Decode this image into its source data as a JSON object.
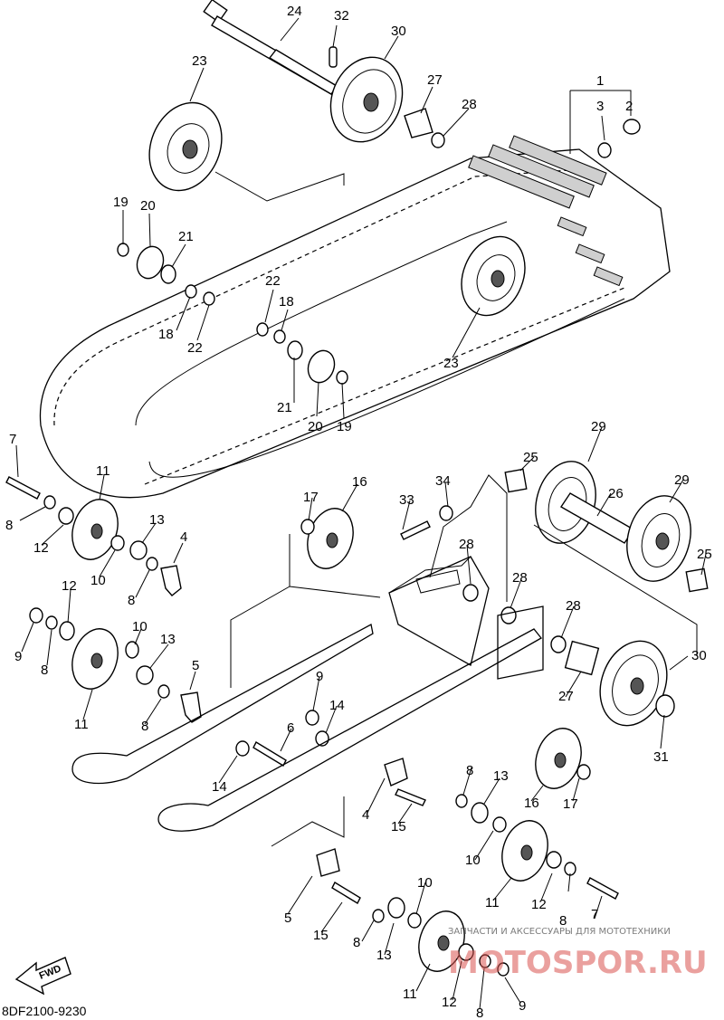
{
  "diagram": {
    "code": "8DF2100-9230",
    "fwd_label": "FWD",
    "watermark": {
      "tagline": "ЗАПЧАСТИ И АКСЕССУАРЫ ДЛЯ МОТОТЕХНИКИ",
      "brand": "MOTOSPOR.RU"
    },
    "callouts": [
      {
        "id": "c1",
        "text": "1"
      },
      {
        "id": "c2",
        "text": "2"
      },
      {
        "id": "c3",
        "text": "3"
      },
      {
        "id": "c4a",
        "text": "4"
      },
      {
        "id": "c4b",
        "text": "4"
      },
      {
        "id": "c5a",
        "text": "5"
      },
      {
        "id": "c5b",
        "text": "5"
      },
      {
        "id": "c6",
        "text": "6"
      },
      {
        "id": "c7a",
        "text": "7"
      },
      {
        "id": "c7b",
        "text": "7"
      },
      {
        "id": "c8a",
        "text": "8"
      },
      {
        "id": "c8b",
        "text": "8"
      },
      {
        "id": "c8c",
        "text": "8"
      },
      {
        "id": "c8d",
        "text": "8"
      },
      {
        "id": "c8e",
        "text": "8"
      },
      {
        "id": "c8f",
        "text": "8"
      },
      {
        "id": "c8g",
        "text": "8"
      },
      {
        "id": "c8h",
        "text": "8"
      },
      {
        "id": "c9a",
        "text": "9"
      },
      {
        "id": "c9b",
        "text": "9"
      },
      {
        "id": "c9c",
        "text": "9"
      },
      {
        "id": "c10a",
        "text": "10"
      },
      {
        "id": "c10b",
        "text": "10"
      },
      {
        "id": "c10c",
        "text": "10"
      },
      {
        "id": "c10d",
        "text": "10"
      },
      {
        "id": "c11a",
        "text": "11"
      },
      {
        "id": "c11b",
        "text": "11"
      },
      {
        "id": "c11c",
        "text": "11"
      },
      {
        "id": "c11d",
        "text": "11"
      },
      {
        "id": "c12a",
        "text": "12"
      },
      {
        "id": "c12b",
        "text": "12"
      },
      {
        "id": "c12c",
        "text": "12"
      },
      {
        "id": "c12d",
        "text": "12"
      },
      {
        "id": "c13a",
        "text": "13"
      },
      {
        "id": "c13b",
        "text": "13"
      },
      {
        "id": "c13c",
        "text": "13"
      },
      {
        "id": "c13d",
        "text": "13"
      },
      {
        "id": "c14a",
        "text": "14"
      },
      {
        "id": "c14b",
        "text": "14"
      },
      {
        "id": "c15a",
        "text": "15"
      },
      {
        "id": "c15b",
        "text": "15"
      },
      {
        "id": "c16a",
        "text": "16"
      },
      {
        "id": "c16b",
        "text": "16"
      },
      {
        "id": "c17a",
        "text": "17"
      },
      {
        "id": "c17b",
        "text": "17"
      },
      {
        "id": "c18a",
        "text": "18"
      },
      {
        "id": "c18b",
        "text": "18"
      },
      {
        "id": "c19a",
        "text": "19"
      },
      {
        "id": "c19b",
        "text": "19"
      },
      {
        "id": "c20a",
        "text": "20"
      },
      {
        "id": "c20b",
        "text": "20"
      },
      {
        "id": "c21a",
        "text": "21"
      },
      {
        "id": "c21b",
        "text": "21"
      },
      {
        "id": "c22a",
        "text": "22"
      },
      {
        "id": "c22b",
        "text": "22"
      },
      {
        "id": "c23a",
        "text": "23"
      },
      {
        "id": "c23b",
        "text": "23"
      },
      {
        "id": "c24",
        "text": "24"
      },
      {
        "id": "c25a",
        "text": "25"
      },
      {
        "id": "c25b",
        "text": "25"
      },
      {
        "id": "c26",
        "text": "26"
      },
      {
        "id": "c27a",
        "text": "27"
      },
      {
        "id": "c27b",
        "text": "27"
      },
      {
        "id": "c28a",
        "text": "28"
      },
      {
        "id": "c28b",
        "text": "28"
      },
      {
        "id": "c28c",
        "text": "28"
      },
      {
        "id": "c28d",
        "text": "28"
      },
      {
        "id": "c29a",
        "text": "29"
      },
      {
        "id": "c29b",
        "text": "29"
      },
      {
        "id": "c30a",
        "text": "30"
      },
      {
        "id": "c30b",
        "text": "30"
      },
      {
        "id": "c31",
        "text": "31"
      },
      {
        "id": "c32",
        "text": "32"
      },
      {
        "id": "c33",
        "text": "33"
      },
      {
        "id": "c34",
        "text": "34"
      }
    ]
  }
}
